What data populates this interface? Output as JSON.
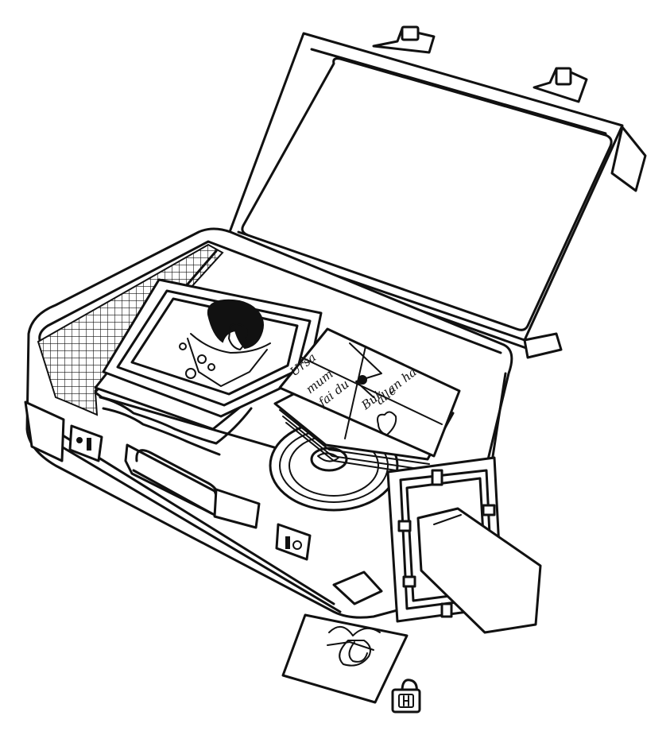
{
  "scene": {
    "subject": "open-suitcase-line-drawing",
    "style": "black ink line art on white",
    "colors": {
      "ink": "#111111",
      "paper": "#ffffff"
    },
    "icons": [
      "suitcase",
      "framed-portrait",
      "letter-bundle",
      "vinyl-record",
      "empty-picture-frame",
      "necktie",
      "ribbon-note",
      "padlock"
    ]
  }
}
